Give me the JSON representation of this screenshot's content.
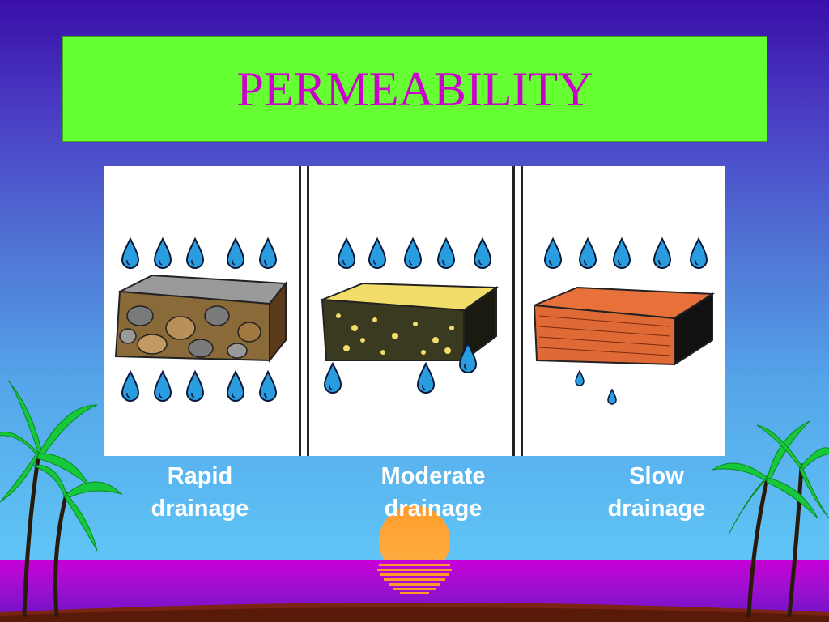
{
  "title": "PERMEABILITY",
  "panels": [
    {
      "caption_line1": "Rapid",
      "caption_line2": "drainage"
    },
    {
      "caption_line1": "Moderate",
      "caption_line2": "drainage"
    },
    {
      "caption_line1": "Slow",
      "caption_line2": "drainage"
    }
  ],
  "colors": {
    "title_box": "#66ff33",
    "title_text": "#cc00cc",
    "water_drop": "#2a9de0",
    "gravel": "#8b6a3a",
    "sand": "#f2dc6a",
    "clay": "#e8703a",
    "sun": "#ff9933",
    "sea": "#c800d8"
  },
  "icons": [
    "water-drop-icon",
    "palm-tree-icon",
    "sun-icon"
  ]
}
